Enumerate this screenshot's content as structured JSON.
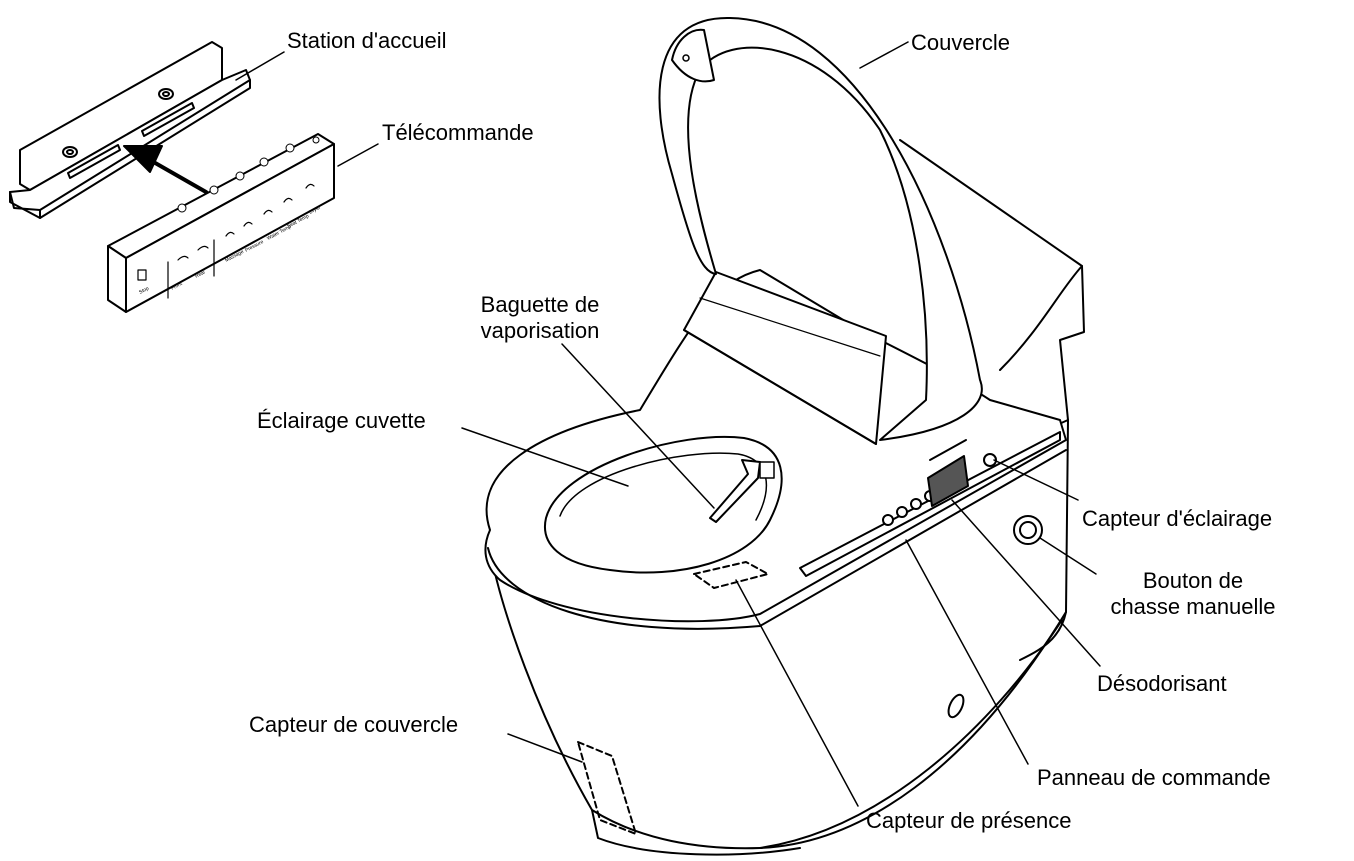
{
  "colors": {
    "stroke": "#000000",
    "background": "#ffffff",
    "deodorizer_mesh": "#555555"
  },
  "labels": {
    "docking_station": "Station d'accueil",
    "remote": "Télécommande",
    "lid": "Couvercle",
    "spray_wand_line1": "Baguette de",
    "spray_wand_line2": "vaporisation",
    "bowl_light": "Éclairage cuvette",
    "light_sensor": "Capteur d'éclairage",
    "flush_button_line1": "Bouton de",
    "flush_button_line2": "chasse manuelle",
    "deodorizer": "Désodorisant",
    "lid_sensor": "Capteur de couvercle",
    "control_panel": "Panneau de commande",
    "presence_sensor": "Capteur de présence"
  },
  "remote_buttons": [
    "Front",
    "Rear",
    "Massage",
    "Pressure",
    "Water Temp",
    "Seat Temp",
    "Dryer",
    "Stop"
  ]
}
